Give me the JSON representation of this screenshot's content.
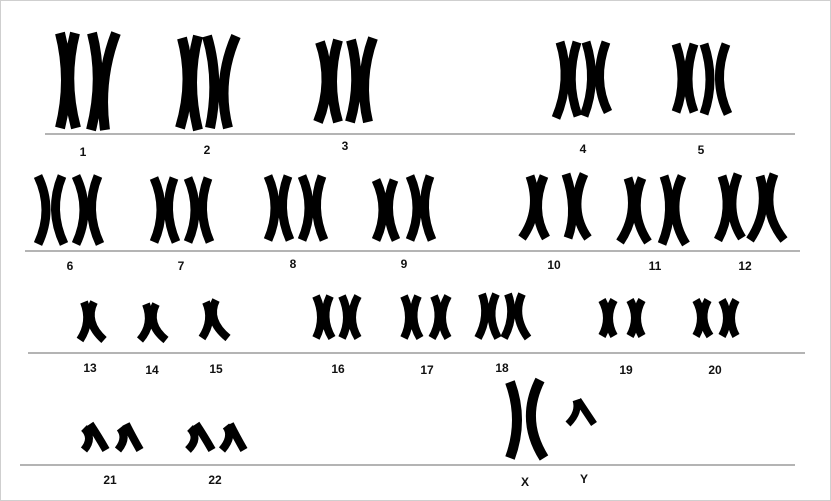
{
  "karyotype": {
    "labels": {
      "c1": "1",
      "c2": "2",
      "c3": "3",
      "c4": "4",
      "c5": "5",
      "c6": "6",
      "c7": "7",
      "c8": "8",
      "c9": "9",
      "c10": "10",
      "c11": "11",
      "c12": "12",
      "c13": "13",
      "c14": "14",
      "c15": "15",
      "c16": "16",
      "c17": "17",
      "c18": "18",
      "c19": "19",
      "c20": "20",
      "c21": "21",
      "c22": "22",
      "cX": "X",
      "cY": "Y"
    },
    "colors": {
      "chromosome": "#000000",
      "divider": "#6a6a6a",
      "label": "#111111"
    }
  }
}
